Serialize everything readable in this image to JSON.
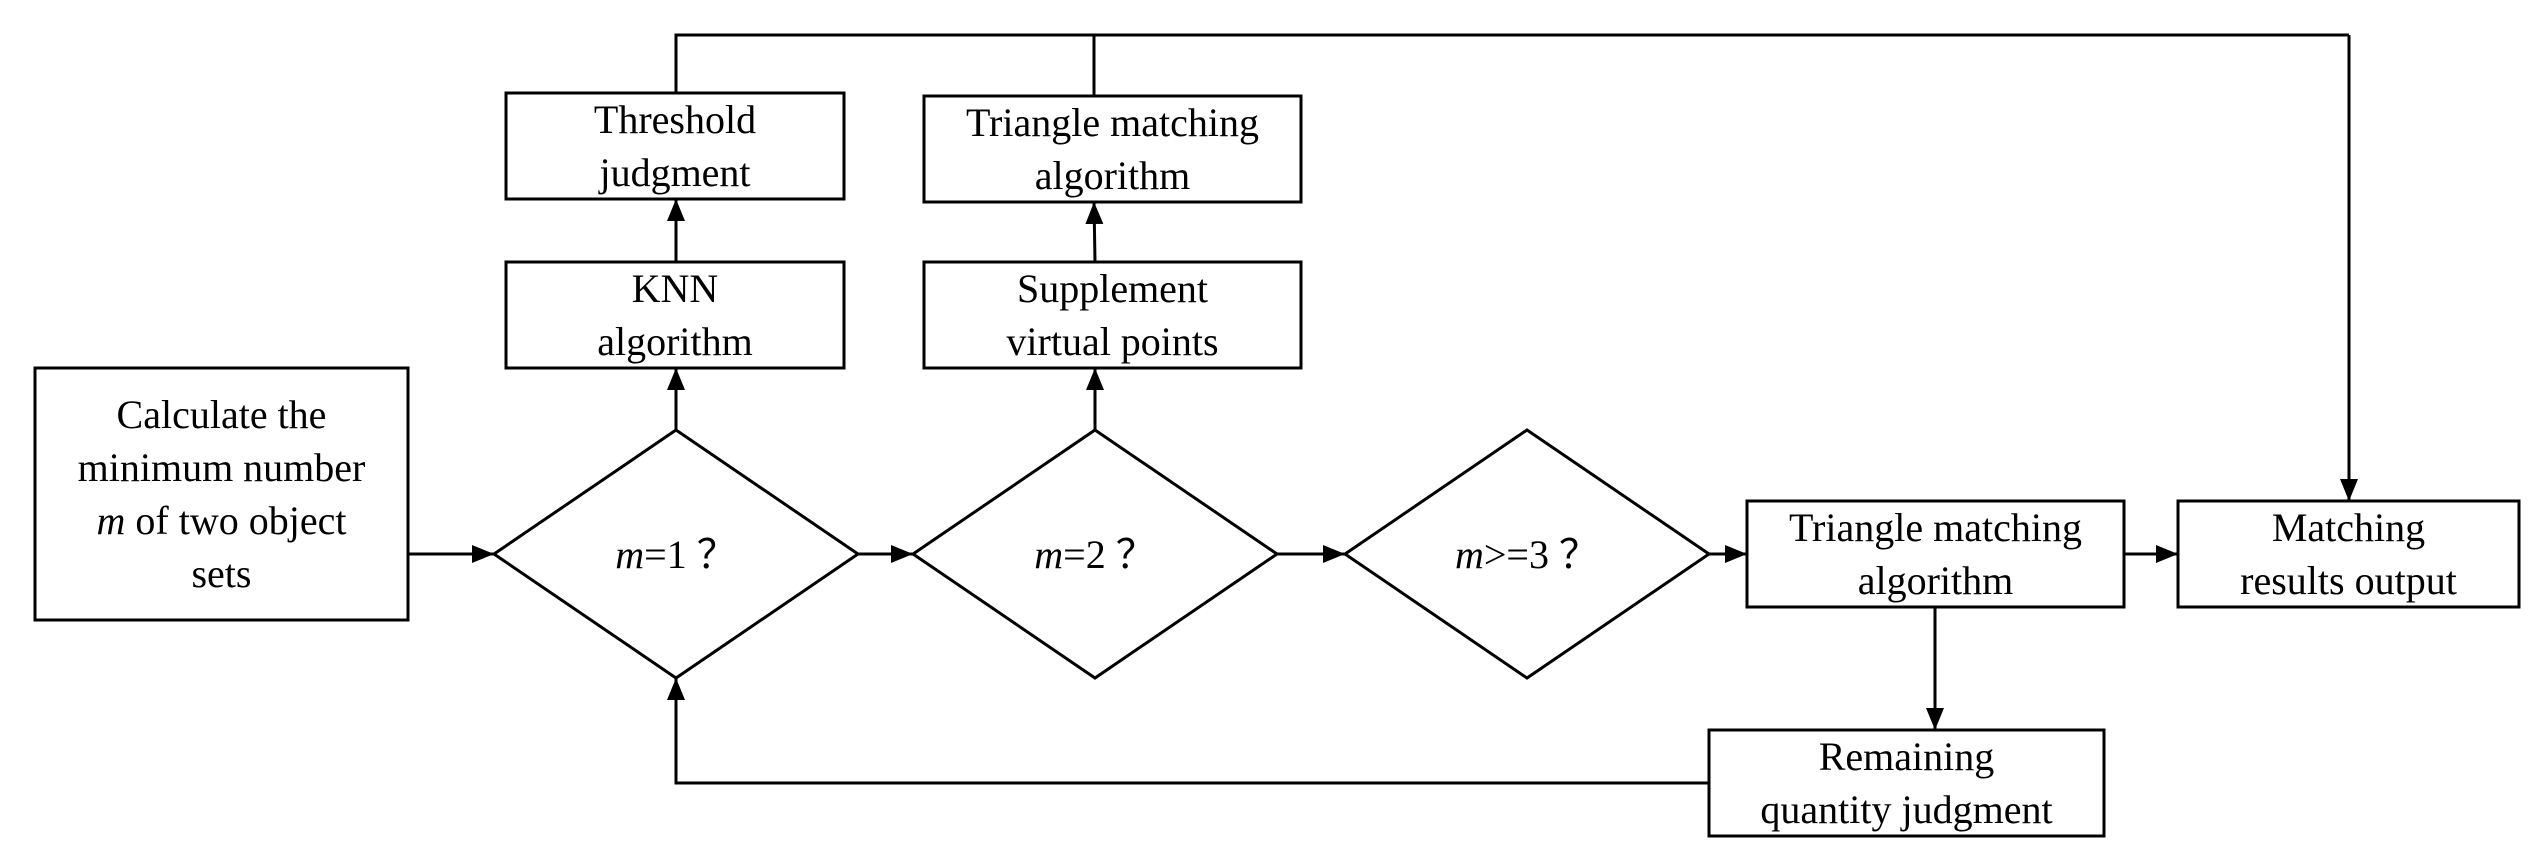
{
  "nodes": {
    "calc": {
      "lines": [
        "Calculate the",
        "minimum number",
        "of two object",
        "sets"
      ],
      "var": "m"
    },
    "d1": {
      "var": "m",
      "text": "=1 ？"
    },
    "d2": {
      "var": "m",
      "text": "=2 ？"
    },
    "d3": {
      "var": "m",
      "text": ">=3 ？"
    },
    "knn": {
      "lines": [
        "KNN",
        "algorithm"
      ]
    },
    "threshold": {
      "lines": [
        "Threshold",
        "judgment"
      ]
    },
    "supplement": {
      "lines": [
        "Supplement",
        "virtual points"
      ]
    },
    "tri_top": {
      "lines": [
        "Triangle matching",
        "algorithm"
      ]
    },
    "tri_main": {
      "lines": [
        "Triangle matching",
        "algorithm"
      ]
    },
    "output": {
      "lines": [
        "Matching",
        "results output"
      ]
    },
    "remaining": {
      "lines": [
        "Remaining",
        "quantity judgment"
      ]
    }
  }
}
